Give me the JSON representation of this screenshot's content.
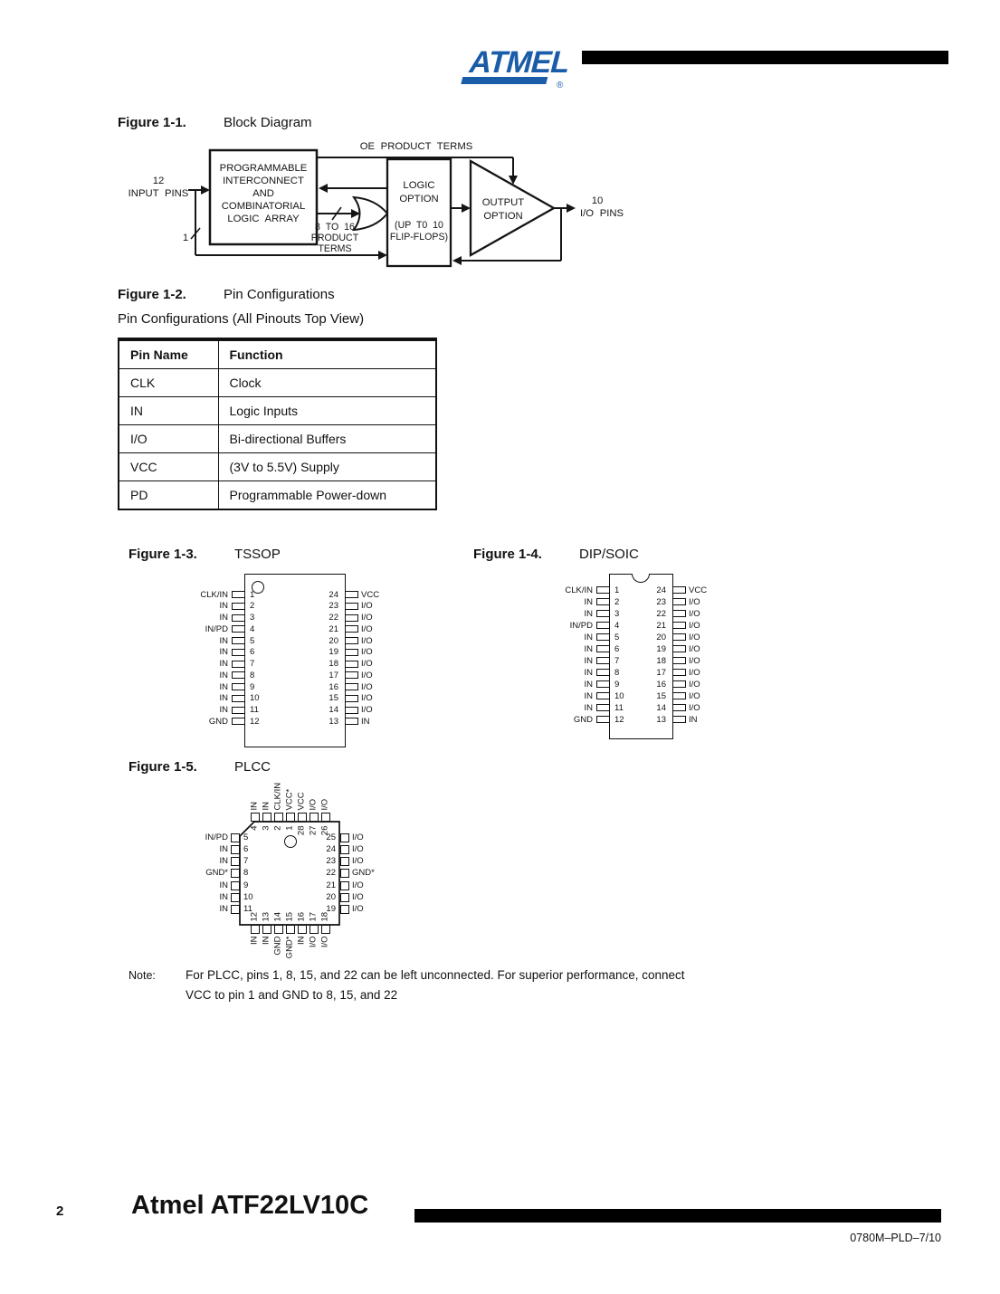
{
  "header": {
    "logo_text": "ATMEL",
    "registered_mark": "®"
  },
  "figure_1_1": {
    "label": "Figure 1-1.",
    "title": "Block Diagram",
    "input_count": "12",
    "input_label": "INPUT PINS",
    "input_width": "1",
    "interconnect_lines": [
      "PROGRAMMABLE",
      "INTERCONNECT",
      "AND",
      "COMBINATORIAL",
      "LOGIC ARRAY"
    ],
    "oe_label": "OE PRODUCT TERMS",
    "product_terms_lines": [
      "8 TO 16",
      "PRODUCT",
      "TERMS"
    ],
    "logic_option_lines": [
      "LOGIC",
      "OPTION"
    ],
    "logic_option_sub": [
      "(UP T0 10",
      "FLIP-FLOPS)"
    ],
    "output_option_lines": [
      "OUTPUT",
      "OPTION"
    ],
    "io_count": "10",
    "io_label": "I/O PINS"
  },
  "figure_1_2": {
    "label": "Figure 1-2.",
    "title": "Pin Configurations",
    "subtitle": "Pin Configurations (All Pinouts Top View)",
    "table": {
      "headers": [
        "Pin Name",
        "Function"
      ],
      "rows": [
        [
          "CLK",
          "Clock"
        ],
        [
          "IN",
          "Logic Inputs"
        ],
        [
          "I/O",
          "Bi-directional Buffers"
        ],
        [
          "VCC",
          "(3V to 5.5V) Supply"
        ],
        [
          "PD",
          "Programmable Power-down"
        ]
      ]
    }
  },
  "figure_1_3": {
    "label": "Figure 1-3.",
    "title": "TSSOP",
    "left_pins": [
      {
        "num": "1",
        "label": "CLK/IN"
      },
      {
        "num": "2",
        "label": "IN"
      },
      {
        "num": "3",
        "label": "IN"
      },
      {
        "num": "4",
        "label": "IN/PD"
      },
      {
        "num": "5",
        "label": "IN"
      },
      {
        "num": "6",
        "label": "IN"
      },
      {
        "num": "7",
        "label": "IN"
      },
      {
        "num": "8",
        "label": "IN"
      },
      {
        "num": "9",
        "label": "IN"
      },
      {
        "num": "10",
        "label": "IN"
      },
      {
        "num": "11",
        "label": "IN"
      },
      {
        "num": "12",
        "label": "GND"
      }
    ],
    "right_pins": [
      {
        "num": "24",
        "label": "VCC"
      },
      {
        "num": "23",
        "label": "I/O"
      },
      {
        "num": "22",
        "label": "I/O"
      },
      {
        "num": "21",
        "label": "I/O"
      },
      {
        "num": "20",
        "label": "I/O"
      },
      {
        "num": "19",
        "label": "I/O"
      },
      {
        "num": "18",
        "label": "I/O"
      },
      {
        "num": "17",
        "label": "I/O"
      },
      {
        "num": "16",
        "label": "I/O"
      },
      {
        "num": "15",
        "label": "I/O"
      },
      {
        "num": "14",
        "label": "I/O"
      },
      {
        "num": "13",
        "label": "IN"
      }
    ]
  },
  "figure_1_4": {
    "label": "Figure 1-4.",
    "title": "DIP/SOIC",
    "left_pins": [
      {
        "num": "1",
        "label": "CLK/IN"
      },
      {
        "num": "2",
        "label": "IN"
      },
      {
        "num": "3",
        "label": "IN"
      },
      {
        "num": "4",
        "label": "IN/PD"
      },
      {
        "num": "5",
        "label": "IN"
      },
      {
        "num": "6",
        "label": "IN"
      },
      {
        "num": "7",
        "label": "IN"
      },
      {
        "num": "8",
        "label": "IN"
      },
      {
        "num": "9",
        "label": "IN"
      },
      {
        "num": "10",
        "label": "IN"
      },
      {
        "num": "11",
        "label": "IN"
      },
      {
        "num": "12",
        "label": "GND"
      }
    ],
    "right_pins": [
      {
        "num": "24",
        "label": "VCC"
      },
      {
        "num": "23",
        "label": "I/O"
      },
      {
        "num": "22",
        "label": "I/O"
      },
      {
        "num": "21",
        "label": "I/O"
      },
      {
        "num": "20",
        "label": "I/O"
      },
      {
        "num": "19",
        "label": "I/O"
      },
      {
        "num": "18",
        "label": "I/O"
      },
      {
        "num": "17",
        "label": "I/O"
      },
      {
        "num": "16",
        "label": "I/O"
      },
      {
        "num": "15",
        "label": "I/O"
      },
      {
        "num": "14",
        "label": "I/O"
      },
      {
        "num": "13",
        "label": "IN"
      }
    ]
  },
  "figure_1_5": {
    "label": "Figure 1-5.",
    "title": "PLCC",
    "top_pins": [
      {
        "num": "4",
        "label": "IN"
      },
      {
        "num": "3",
        "label": "IN"
      },
      {
        "num": "2",
        "label": "CLK/IN"
      },
      {
        "num": "1",
        "label": "VCC*"
      },
      {
        "num": "28",
        "label": "VCC"
      },
      {
        "num": "27",
        "label": "I/O"
      },
      {
        "num": "26",
        "label": "I/O"
      }
    ],
    "left_pins": [
      {
        "num": "5",
        "label": "IN/PD"
      },
      {
        "num": "6",
        "label": "IN"
      },
      {
        "num": "7",
        "label": "IN"
      },
      {
        "num": "8",
        "label": "GND*"
      },
      {
        "num": "9",
        "label": "IN"
      },
      {
        "num": "10",
        "label": "IN"
      },
      {
        "num": "11",
        "label": "IN"
      }
    ],
    "right_pins": [
      {
        "num": "25",
        "label": "I/O"
      },
      {
        "num": "24",
        "label": "I/O"
      },
      {
        "num": "23",
        "label": "I/O"
      },
      {
        "num": "22",
        "label": "GND*"
      },
      {
        "num": "21",
        "label": "I/O"
      },
      {
        "num": "20",
        "label": "I/O"
      },
      {
        "num": "19",
        "label": "I/O"
      }
    ],
    "bottom_pins": [
      {
        "num": "12",
        "label": "IN"
      },
      {
        "num": "13",
        "label": "IN"
      },
      {
        "num": "14",
        "label": "GND"
      },
      {
        "num": "15",
        "label": "GND*"
      },
      {
        "num": "16",
        "label": "IN"
      },
      {
        "num": "17",
        "label": "I/O"
      },
      {
        "num": "18",
        "label": "I/O"
      }
    ]
  },
  "note": {
    "label": "Note:",
    "lines": [
      "For PLCC, pins 1, 8, 15, and 22 can be left unconnected. For superior performance, connect",
      "VCC to pin 1 and GND to 8, 15, and 22"
    ]
  },
  "footer": {
    "page_number": "2",
    "product_title": "Atmel ATF22LV10C",
    "doc_number": "0780M–PLD–7/10"
  },
  "colors": {
    "atmel_blue": "#1A5CA8",
    "ink": "#111111"
  }
}
